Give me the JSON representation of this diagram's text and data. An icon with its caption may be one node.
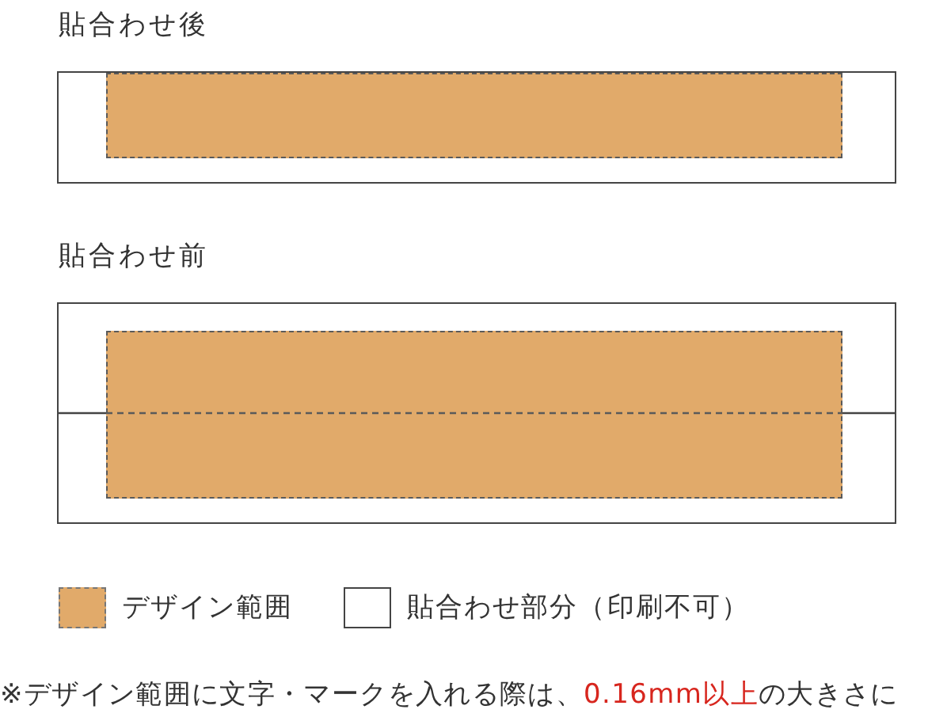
{
  "diagram": {
    "nodes": [
      {
        "text": [
          "貼合わせ後"
        ]
      },
      {
        "text": [],
        "shape": "box",
        "in": 0
      },
      {
        "text": [
          "貼合わせ前"
        ]
      },
      {
        "text": [],
        "shape": "box",
        "in": 2
      }
    ],
    "edges": [],
    "labels": [
      "※デザイン範囲に文字・マークを入れる際は、**0.16mm以上**の大きさに"
    ],
    "legend": [
      {
        "text": "デザイン範囲",
        "color": "#e1aa6a"
      },
      {
        "text": "貼合わせ部分（印刷不可）",
        "color": "#ffffff"
      }
    ]
  }
}
